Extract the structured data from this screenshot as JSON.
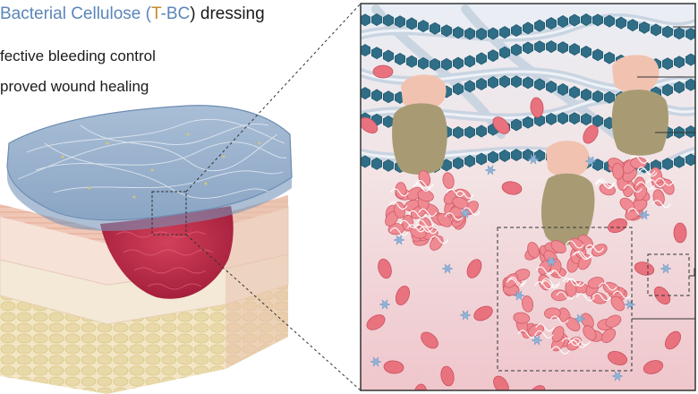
{
  "title": {
    "part1": "Bacterial Cellulose (",
    "t_letter": "T",
    "dash": "-",
    "bc_letters": "BC",
    "part2": ") dressing"
  },
  "bullets": [
    "fective bleeding control",
    "proved wound healing"
  ],
  "colors": {
    "cellulose_blue": "#5b86b8",
    "t_orange": "#c98a2a",
    "blood_red": "#c0304a",
    "rbc_pink": "#e8737e",
    "fiber_teal": "#2f6e86",
    "platelet_khaki": "#a89b74",
    "skin_pink": "#f1d8cc"
  }
}
